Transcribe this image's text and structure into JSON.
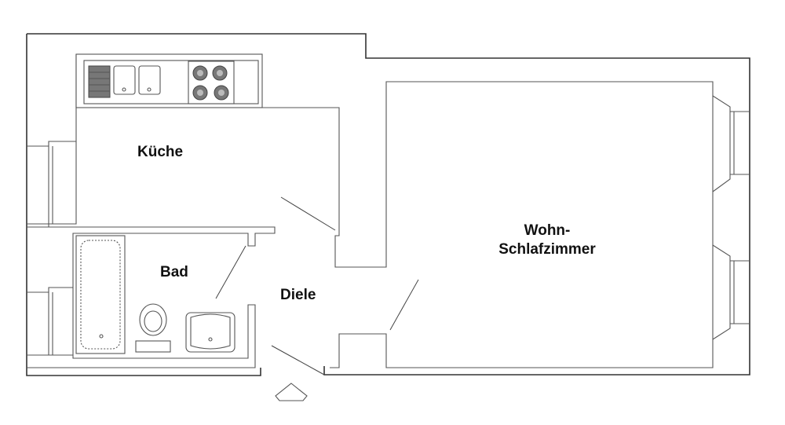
{
  "rooms": {
    "kitchen": "Küche",
    "bath": "Bad",
    "hall": "Diele",
    "living_line1": "Wohn-",
    "living_line2": "Schlafzimmer"
  }
}
